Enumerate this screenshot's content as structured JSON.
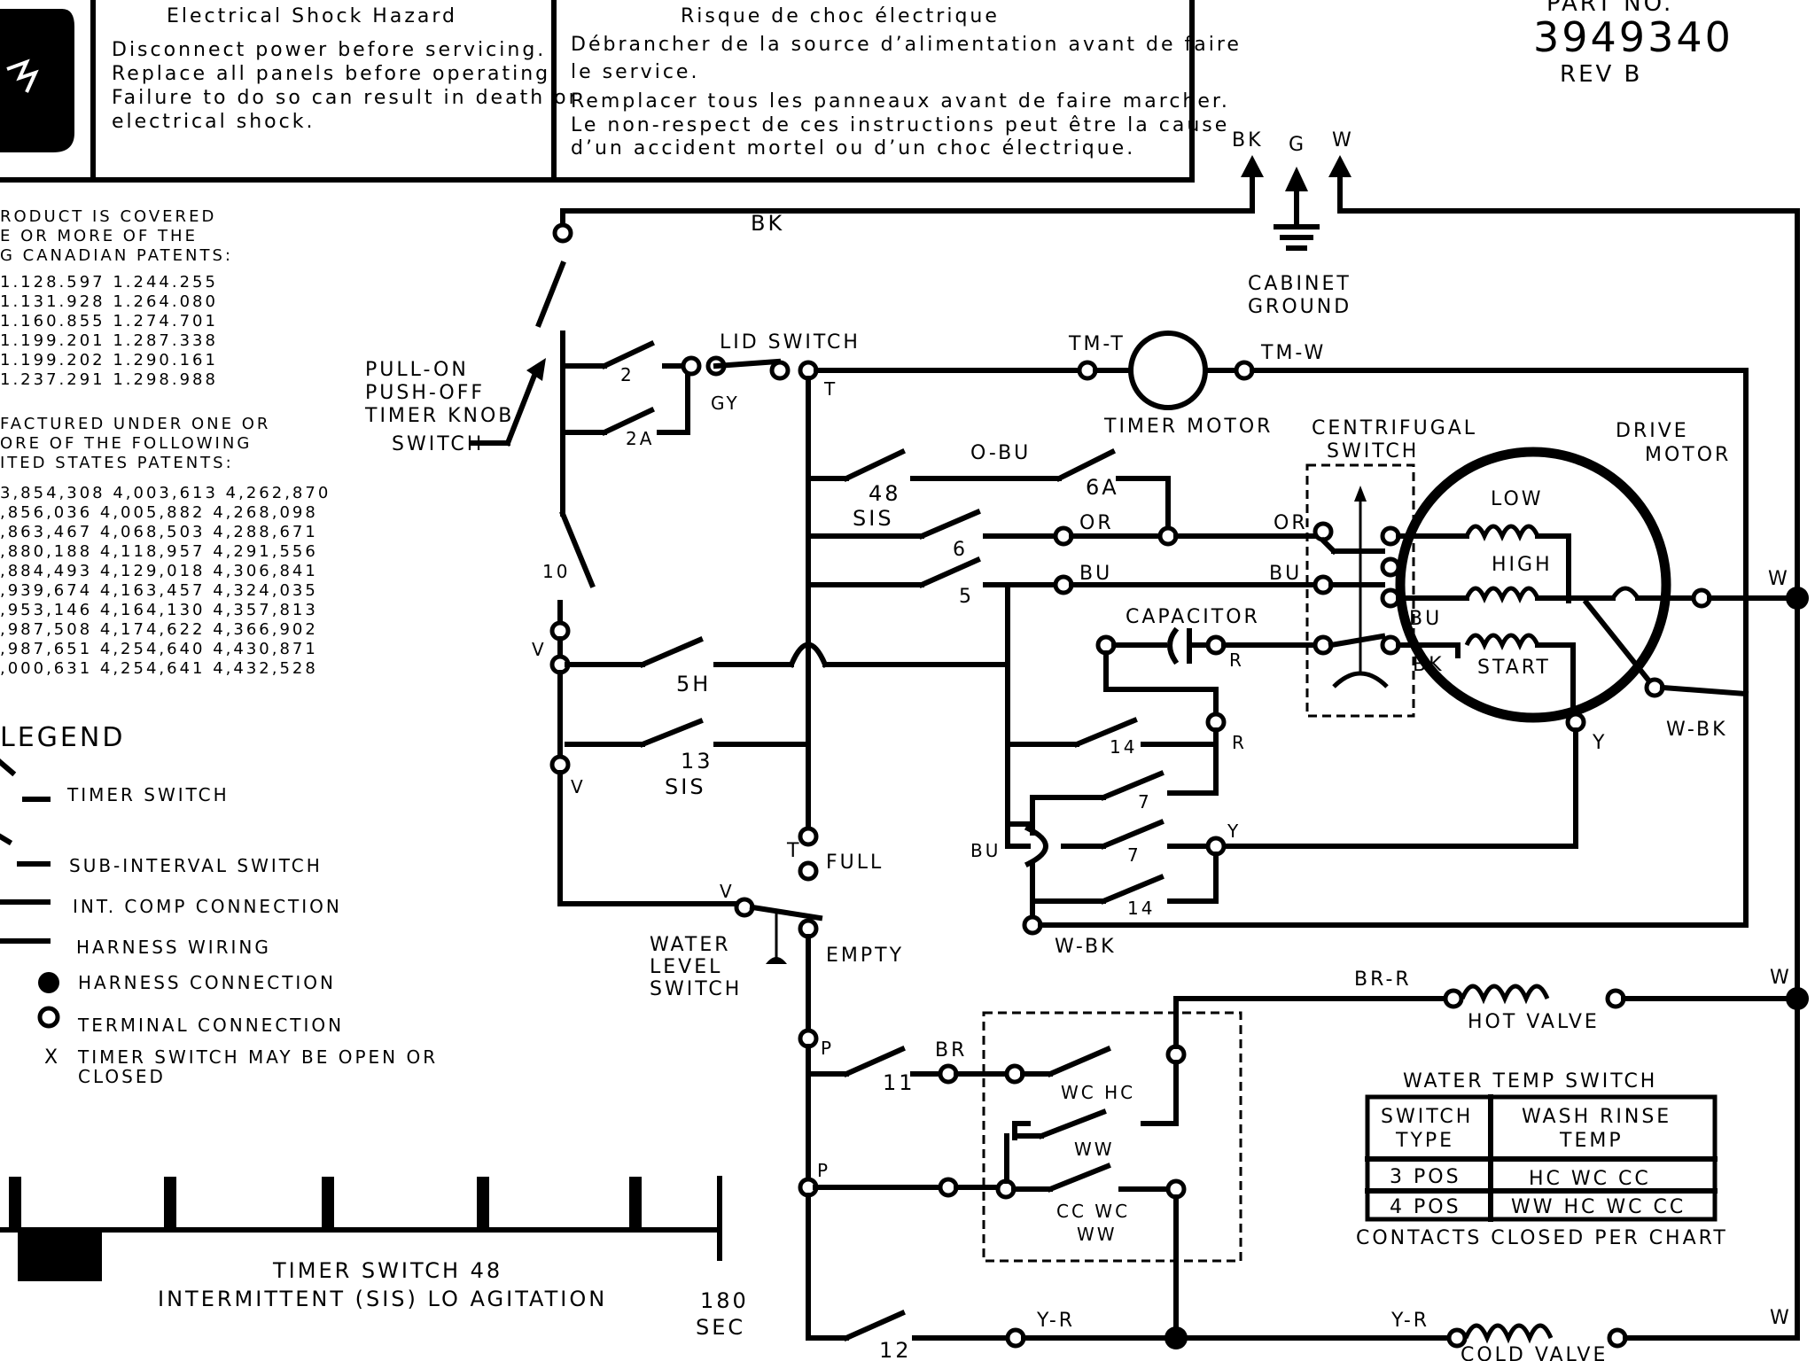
{
  "warning": {
    "en_title": "Electrical Shock Hazard",
    "en_lines": [
      "Disconnect power before servicing.",
      "Replace all panels before operating.",
      "Failure to do so can result in death or",
      "electrical shock."
    ],
    "fr_title": "Risque de choc électrique",
    "fr_lines": [
      "Débrancher de la source d’alimentation avant de faire",
      "le service.",
      "Remplacer tous les panneaux avant de faire marcher.",
      "Le non-respect de ces instructions peut être la cause",
      "d’un accident mortel ou d’un choc électrique."
    ]
  },
  "part": {
    "label": "PART NO.",
    "number": "3949340",
    "rev": "REV B"
  },
  "patents": {
    "canadian_heading": [
      "RODUCT IS COVERED",
      "E OR MORE OF THE",
      "G CANADIAN PATENTS:"
    ],
    "canadian_rows": [
      "1.128.597 1.244.255",
      "1.131.928 1.264.080",
      "1.160.855 1.274.701",
      "1.199.201 1.287.338",
      "1.199.202 1.290.161",
      "1.237.291 1.298.988"
    ],
    "us_heading": [
      "FACTURED UNDER ONE OR",
      "ORE OF THE FOLLOWING",
      "ITED STATES PATENTS:"
    ],
    "us_rows": [
      "3,854,308 4,003,613 4,262,870",
      ",856,036 4,005,882 4,268,098",
      ",863,467 4,068,503 4,288,671",
      ",880,188 4,118,957 4,291,556",
      ",884,493 4,129,018 4,306,841",
      ",939,674 4,163,457 4,324,035",
      ",953,146 4,164,130 4,357,813",
      ",987,508 4,174,622 4,366,902",
      ",987,651 4,254,640 4,430,871",
      ",000,631 4,254,641 4,432,528"
    ]
  },
  "legend": {
    "title": "LEGEND",
    "timer_switch": "TIMER SWITCH",
    "sub_interval": "SUB-INTERVAL SWITCH",
    "int_comp": "INT. COMP CONNECTION",
    "harness_wiring": "HARNESS WIRING",
    "harness_connection": "HARNESS CONNECTION",
    "terminal_connection": "TERMINAL CONNECTION",
    "x_mark": "X",
    "x_note": [
      "TIMER SWITCH MAY BE OPEN OR",
      "CLOSED"
    ]
  },
  "labels": {
    "bk_top": "BK",
    "g_top": "G",
    "w_top": "W",
    "bk_wire": "BK",
    "cabinet_ground": [
      "CABINET",
      "GROUND"
    ],
    "pull_on": [
      "PULL-ON",
      "PUSH-OFF",
      "TIMER KNOB",
      "SWITCH"
    ],
    "lid_switch": "LID SWITCH",
    "gy": "GY",
    "t1": "T",
    "sw2": "2",
    "sw2a": "2A",
    "sw10": "10",
    "tm_t": "TM-T",
    "tm_w": "TM-W",
    "timer_motor": "TIMER MOTOR",
    "centrifugal": [
      "CENTRIFUGAL",
      "SWITCH"
    ],
    "drive_motor": [
      "DRIVE",
      "MOTOR"
    ],
    "low": "LOW",
    "high": "HIGH",
    "start": "START",
    "o_bu": "O-BU",
    "sw48": "48",
    "sis": "SIS",
    "sw6a": "6A",
    "sw6": "6",
    "sw5": "5",
    "or1": "OR",
    "or2": "OR",
    "bu1": "BU",
    "bu2": "BU",
    "bu3": "BU",
    "bk_m": "BK",
    "w_m": "W",
    "w_bk": "W-BK",
    "y_m": "Y",
    "capacitor": "CAPACITOR",
    "r1": "R",
    "r2": "R",
    "y2": "Y",
    "v1": "V",
    "v2": "V",
    "v3": "V",
    "sw5h": "5H",
    "sw13": "13",
    "sis2": "SIS",
    "sw14a": "14",
    "sw7a": "7",
    "sw7b": "7",
    "sw14b": "14",
    "bu_left": "BU",
    "w_bk2": "W-BK",
    "t2": "T",
    "full": "FULL",
    "empty": "EMPTY",
    "water_level": [
      "WATER",
      "LEVEL",
      "SWITCH"
    ],
    "p1": "P",
    "p2": "P",
    "sw11": "11",
    "br": "BR",
    "wc_hc": "WC HC",
    "ww": "WW",
    "cc_wc": "CC WC",
    "ww2": "WW",
    "br_r": "BR-R",
    "hot_valve": "HOT VALVE",
    "w_hot": "W",
    "sw12": "12",
    "y_r1": "Y-R",
    "y_r2": "Y-R",
    "cold_valve": "COLD VALVE",
    "w_cold": "W"
  },
  "water_temp": {
    "title": "WATER TEMP SWITCH",
    "headers": [
      [
        "SWITCH",
        "TYPE"
      ],
      [
        "WASH RINSE",
        "TEMP"
      ]
    ],
    "rows": [
      [
        "3 POS",
        "HC WC CC"
      ],
      [
        "4 POS",
        "WW HC WC CC"
      ]
    ],
    "footer": "CONTACTS CLOSED PER CHART"
  },
  "timer_chart": {
    "title": "TIMER SWITCH 48",
    "subtitle": "INTERMITTENT (SIS) LO AGITATION",
    "end_value": "180",
    "end_unit": "SEC"
  }
}
